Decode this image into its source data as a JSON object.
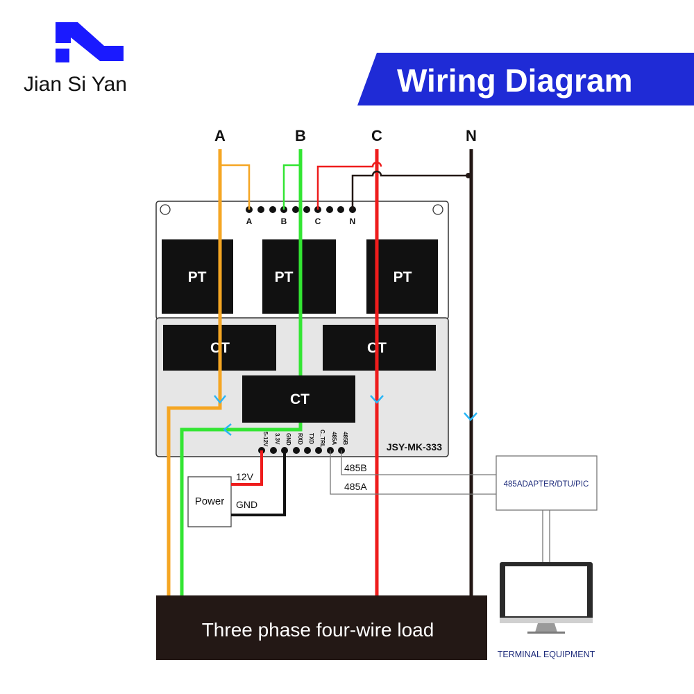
{
  "brand": {
    "name": "Jian Si Yan",
    "logo_color": "#1a1aff"
  },
  "banner": {
    "title": "Wiring Diagram",
    "color": "#1f2bd6"
  },
  "phases": {
    "a": "A",
    "b": "B",
    "c": "C",
    "n": "N"
  },
  "colors": {
    "a": "#f5a623",
    "b": "#33e533",
    "c": "#ee1c1c",
    "n": "#231815",
    "arrow": "#29b6f6"
  },
  "module": {
    "model": "JSY-MK-333",
    "voltage_terminals": [
      "A",
      "B",
      "C",
      "N"
    ],
    "pt_label": "PT",
    "ct_label": "CT",
    "signal_pins": [
      "5-12V",
      "3.3V",
      "GND",
      "RXD",
      "TXD",
      "C_TRL",
      "485A",
      "485B"
    ]
  },
  "power": {
    "label": "Power",
    "v12": "12V",
    "gnd": "GND"
  },
  "rs485": {
    "line_b": "485B",
    "line_a": "485A",
    "adapter": "485ADAPTER/DTU/PIC"
  },
  "terminal": {
    "label": "TERMINAL EQUIPMENT"
  },
  "load": {
    "label": "Three phase four-wire load"
  }
}
